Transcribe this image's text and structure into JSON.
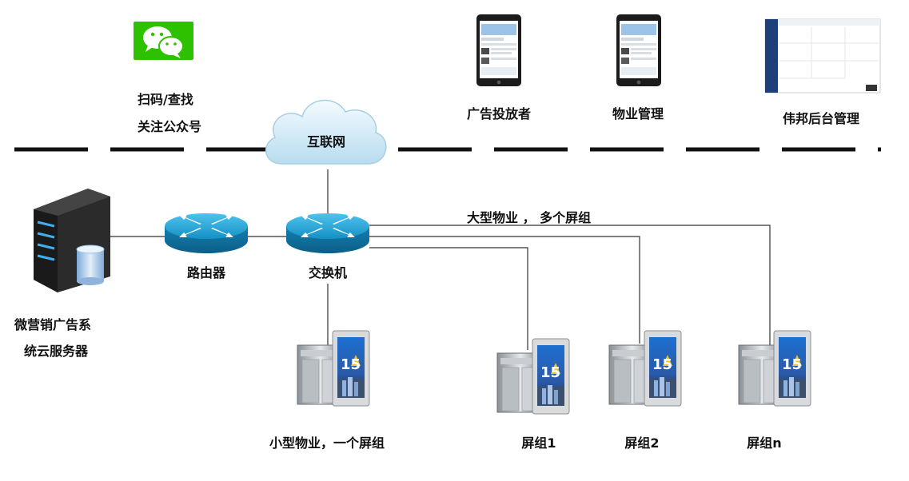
{
  "wechat": {
    "line1": "扫码/查找",
    "line2": "关注公众号"
  },
  "internet": "互联网",
  "advertiser": "广告投放者",
  "property_mgmt": "物业管理",
  "backend": "伟邦后台管理",
  "server": {
    "line1": "微营销广告系",
    "line2": "统云服务器"
  },
  "router": "路由器",
  "switch": "交换机",
  "large_property": "大型物业 ， 多个屏组",
  "small_property": "小型物业，一个屏组",
  "screen_groups": [
    "屏组1",
    "屏组2",
    "屏组n"
  ],
  "screen_floor_number": "15",
  "colors": {
    "wechat_green": "#2DC100",
    "router_blue": "#1BA3D6",
    "server_dark": "#2b2b2b",
    "cloud": "#d6ecf7"
  }
}
